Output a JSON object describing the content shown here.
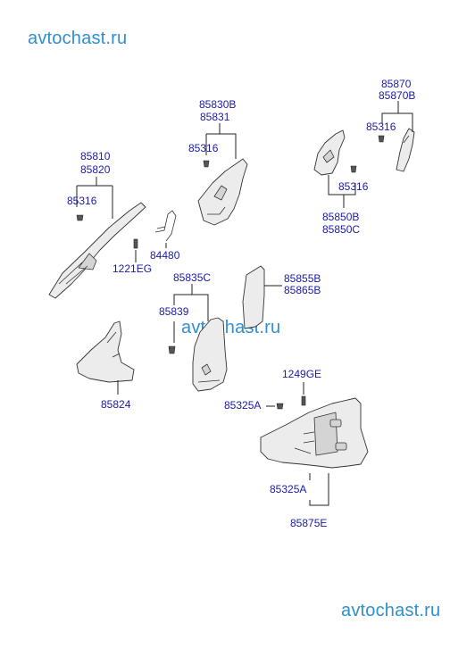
{
  "watermarks": {
    "top": "avtochast.ru",
    "middle": "avtochast.ru",
    "bottom": "avtochast.ru"
  },
  "labels": {
    "p85810": "85810",
    "p85820": "85820",
    "p85316_left": "85316",
    "p1221EG": "1221EG",
    "p84480": "84480",
    "p85830B": "85830B",
    "p85831": "85831",
    "p85316_mid": "85316",
    "p85870": "85870",
    "p85870B": "85870B",
    "p85316_right_top": "85316",
    "p85316_right_low": "85316",
    "p85850B": "85850B",
    "p85850C": "85850C",
    "p85835C": "85835C",
    "p85839": "85839",
    "p85855B": "85855B",
    "p85865B": "85865B",
    "p85824": "85824",
    "p1249GE": "1249GE",
    "p85325A_left": "85325A",
    "p85325A_bottom": "85325A",
    "p85875E": "85875E"
  },
  "colors": {
    "part_number": "#1a1aa8",
    "watermark": "#2f8fd0",
    "line": "#222222"
  }
}
